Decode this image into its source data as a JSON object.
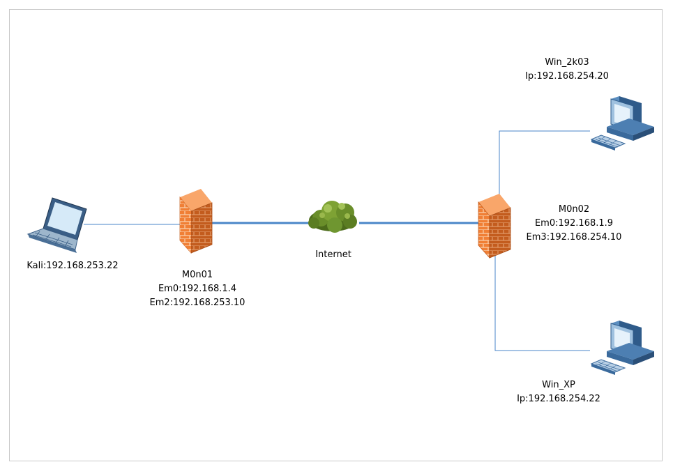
{
  "colors": {
    "link": "#4a86c8",
    "firewall": "#e8772e",
    "cloud": "#6a8e2a",
    "border": "#c8c8c8"
  },
  "nodes": {
    "kali": {
      "icon": "laptop-icon",
      "lines": [
        "Kali:192.168.253.22"
      ]
    },
    "m0n01": {
      "icon": "firewall-icon",
      "lines": [
        "M0n01",
        "Em0:192.168.1.4",
        "Em2:192.168.253.10"
      ]
    },
    "internet": {
      "icon": "cloud-icon",
      "lines": [
        "Internet"
      ]
    },
    "m0n02": {
      "icon": "firewall-icon",
      "lines": [
        "M0n02",
        "Em0:192.168.1.9",
        "Em3:192.168.254.10"
      ]
    },
    "win2k03": {
      "icon": "desktop-computer-icon",
      "lines": [
        "Win_2k03",
        "Ip:192.168.254.20"
      ]
    },
    "winxp": {
      "icon": "desktop-computer-icon",
      "lines": [
        "Win_XP",
        "Ip:192.168.254.22"
      ]
    }
  },
  "links": [
    {
      "from": "Kali",
      "to": "M0n01"
    },
    {
      "from": "M0n01",
      "to": "Internet"
    },
    {
      "from": "Internet",
      "to": "M0n02"
    },
    {
      "from": "M0n02",
      "to": "Win_2k03"
    },
    {
      "from": "M0n02",
      "to": "Win_XP"
    }
  ]
}
